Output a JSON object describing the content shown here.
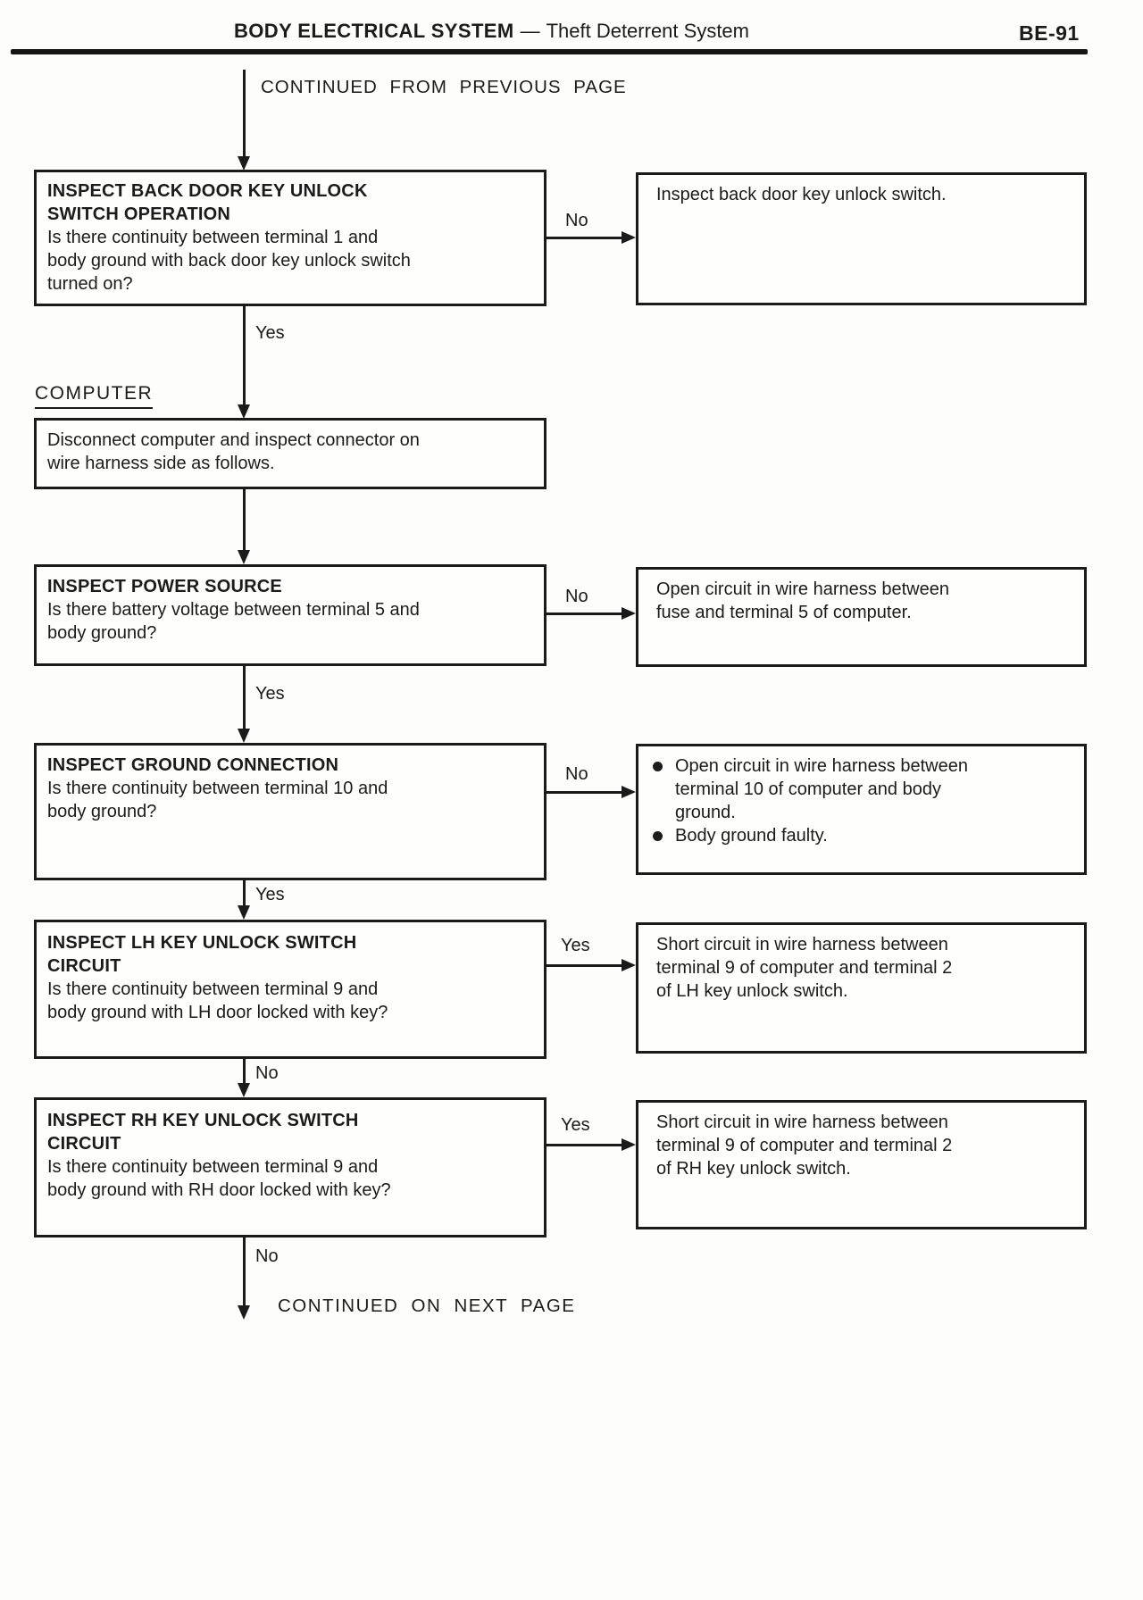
{
  "colors": {
    "ink": "#1b1b1b",
    "paper": "#fdfdfb"
  },
  "header": {
    "title_bold": "BODY ELECTRICAL SYSTEM",
    "title_separator": "—",
    "title_rest": "Theft Deterrent System",
    "page_code": "BE-91"
  },
  "labels": {
    "continued_from": "CONTINUED FROM PREVIOUS PAGE",
    "continued_next": "CONTINUED ON NEXT PAGE",
    "section_computer": "COMPUTER",
    "yes": "Yes",
    "no": "No"
  },
  "steps": {
    "back_door_switch": {
      "title1": "INSPECT BACK DOOR KEY UNLOCK",
      "title2": "SWITCH OPERATION",
      "q1": "Is there continuity between terminal 1 and",
      "q2": "body ground with back door key unlock switch",
      "q3": "turned on?"
    },
    "back_door_result": {
      "l1": "Inspect back door key unlock switch."
    },
    "disconnect_computer": {
      "l1": "Disconnect computer and inspect connector on",
      "l2": "wire harness side as follows."
    },
    "power_source": {
      "title1": "INSPECT POWER SOURCE",
      "q1": "Is there battery voltage between terminal 5 and",
      "q2": "body ground?"
    },
    "power_source_result": {
      "l1": "Open circuit in wire harness between",
      "l2": "fuse and terminal 5 of computer."
    },
    "ground_connection": {
      "title1": "INSPECT GROUND CONNECTION",
      "q1": "Is there continuity between terminal 10 and",
      "q2": "body ground?"
    },
    "ground_connection_result": {
      "item1_l1": "Open circuit in wire harness between",
      "item1_l2": "terminal 10 of computer and body",
      "item1_l3": "ground.",
      "item2_l1": "Body ground faulty."
    },
    "lh_key_switch": {
      "title1": "INSPECT LH KEY UNLOCK SWITCH",
      "title2": "CIRCUIT",
      "q1": "Is there continuity between terminal 9 and",
      "q2": "body ground with LH door locked with key?"
    },
    "lh_key_switch_result": {
      "l1": "Short circuit in wire harness between",
      "l2": "terminal 9 of computer and terminal 2",
      "l3": "of LH key unlock switch."
    },
    "rh_key_switch": {
      "title1": "INSPECT RH KEY UNLOCK SWITCH",
      "title2": "CIRCUIT",
      "q1": "Is there continuity between terminal 9 and",
      "q2": "body ground with RH door locked with key?"
    },
    "rh_key_switch_result": {
      "l1": "Short circuit in wire harness between",
      "l2": "terminal 9 of computer and terminal 2",
      "l3": "of RH key unlock switch."
    }
  }
}
